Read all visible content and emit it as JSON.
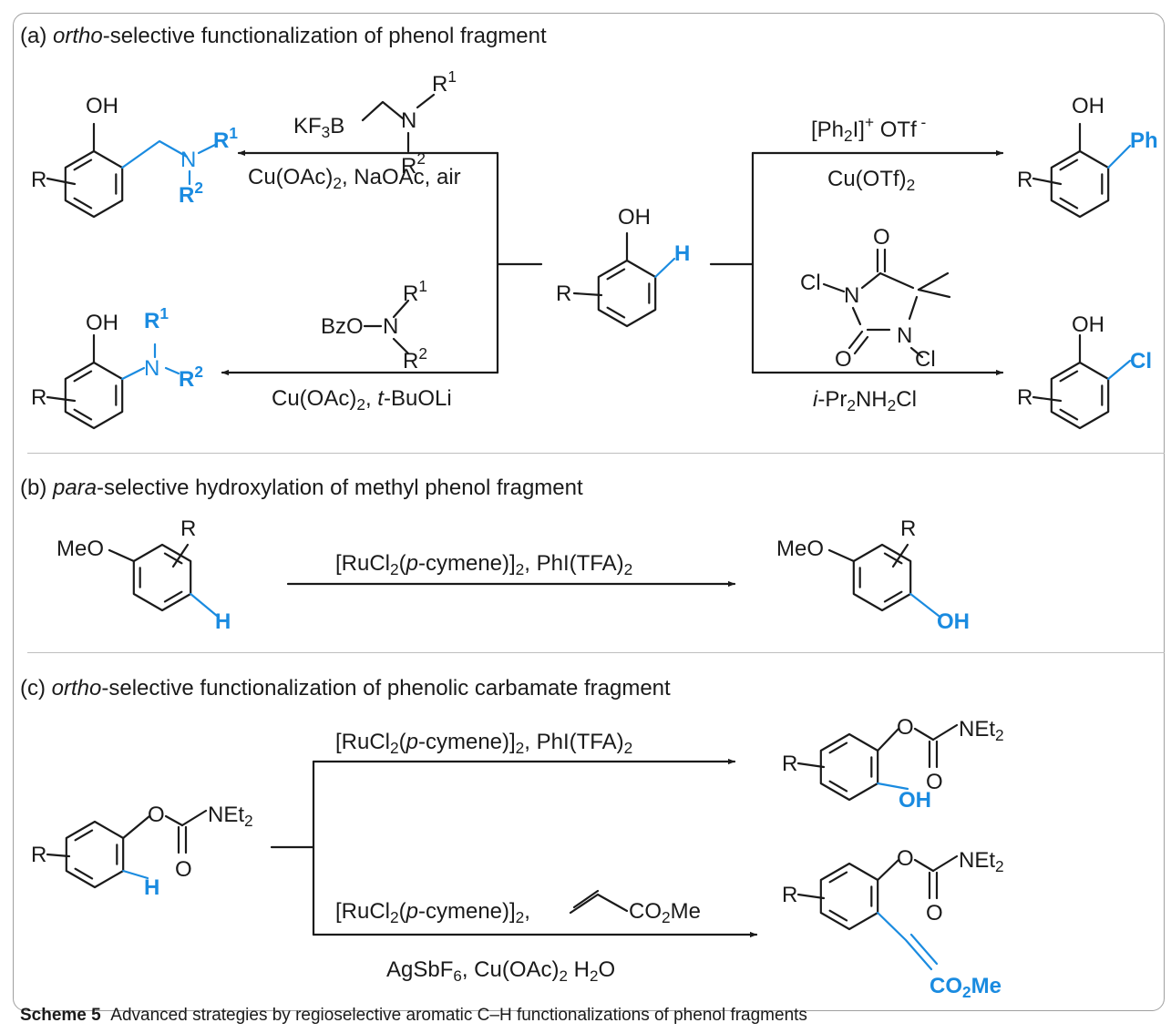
{
  "sections": {
    "a": {
      "label": "(a) ",
      "emph": "ortho",
      "rest": "-selective functionalization of phenol fragment"
    },
    "b": {
      "label": "(b) ",
      "emph": "para",
      "rest": "-selective hydroxylation of methyl phenol fragment"
    },
    "c": {
      "label": "(c) ",
      "emph": "ortho",
      "rest": "-selective functionalization of phenolic carbamate fragment"
    }
  },
  "caption": {
    "label": "Scheme 5",
    "text": "Advanced strategies by regioselective aromatic C–H functionalizations of phenol fragments"
  },
  "colors": {
    "highlight": "#1a8be0",
    "ink": "#1a1a1a",
    "frame": "#a0a0a0"
  },
  "atoms": {
    "OH": "OH",
    "R": "R",
    "N": "N",
    "H": "H",
    "Ph": "Ph",
    "Cl": "Cl",
    "O": "O",
    "MeO": "MeO",
    "BzO": "BzO",
    "KF": "KF",
    "B": "B",
    "Et": "Et",
    "CO": "CO",
    "Me": "Me",
    "one": "1",
    "two": "2",
    "three": "3"
  },
  "conditions": {
    "cu_oac": "Cu(OAc)",
    "naoac_air": ", NaOAc, air",
    "tbuoli_sep": ", ",
    "tbuoli_i": "t",
    "tbuoli_rest": "-BuOLi",
    "ph2i_open": "[Ph",
    "ph2i_close": "I]",
    "plus": "+",
    "otf": " OTf",
    "minus": " -",
    "cu_otf": "Cu(OTf)",
    "ipr_i": "i",
    "ipr_rest": "-Pr",
    "nh": "NH",
    "cl": "Cl",
    "rucl_open": "[RuCl",
    "paren": "(",
    "p": "p",
    "cymene": "-cymene)]",
    "phi": ", PhI(TFA)",
    "comma": ",",
    "agsbf": "AgSbF",
    "cu_oac2": ", Cu(OAc)",
    "h2o": "  H",
    "o": "O"
  }
}
